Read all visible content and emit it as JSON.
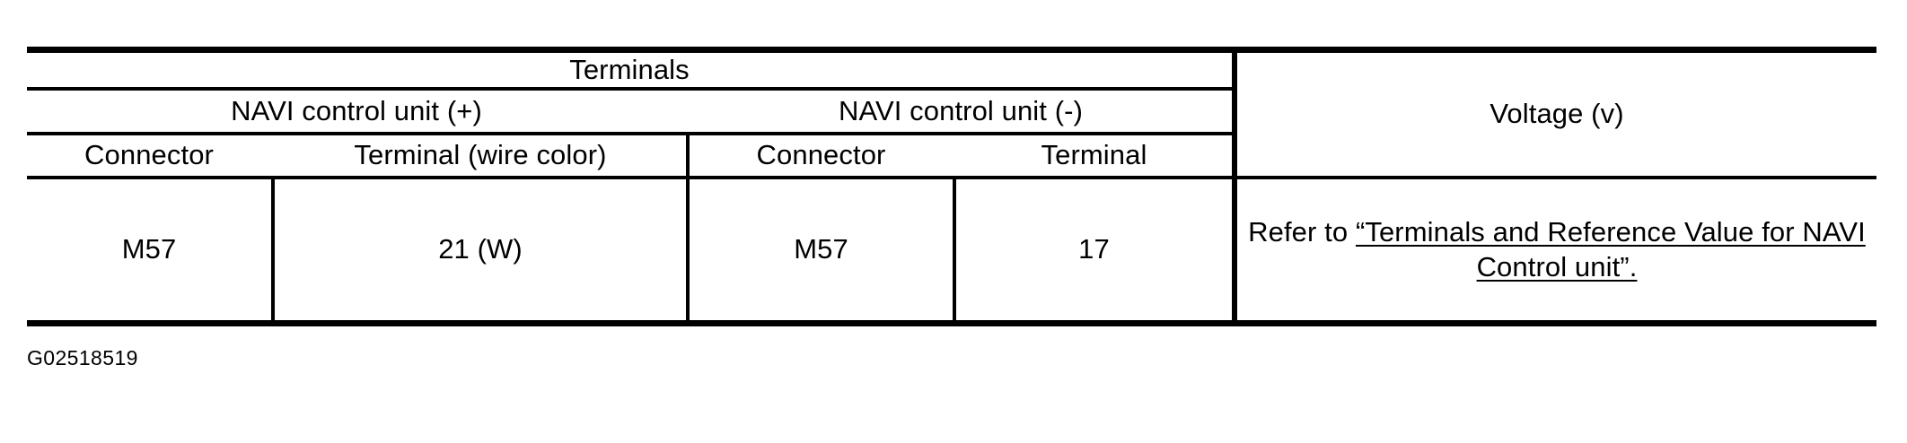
{
  "document": {
    "figure_id": "G02518519"
  },
  "table": {
    "group_headers": {
      "terminals": "Terminals",
      "voltage": "Voltage (v)"
    },
    "sub_headers": {
      "navi_positive": "NAVI control unit (+)",
      "navi_negative": "NAVI control unit (-)"
    },
    "column_headers": {
      "pos_connector": "Connector",
      "pos_terminal": "Terminal (wire color)",
      "neg_connector": "Connector",
      "neg_terminal": "Terminal"
    },
    "rows": [
      {
        "pos_connector": "M57",
        "pos_terminal": "21 (W)",
        "neg_connector": "M57",
        "neg_terminal": "17",
        "voltage_prefix": "Refer to ",
        "voltage_link": "“Terminals and Reference Value for NAVI Control unit”."
      }
    ]
  },
  "colors": {
    "rule": "#000000",
    "text": "#000000",
    "background": "#ffffff"
  }
}
